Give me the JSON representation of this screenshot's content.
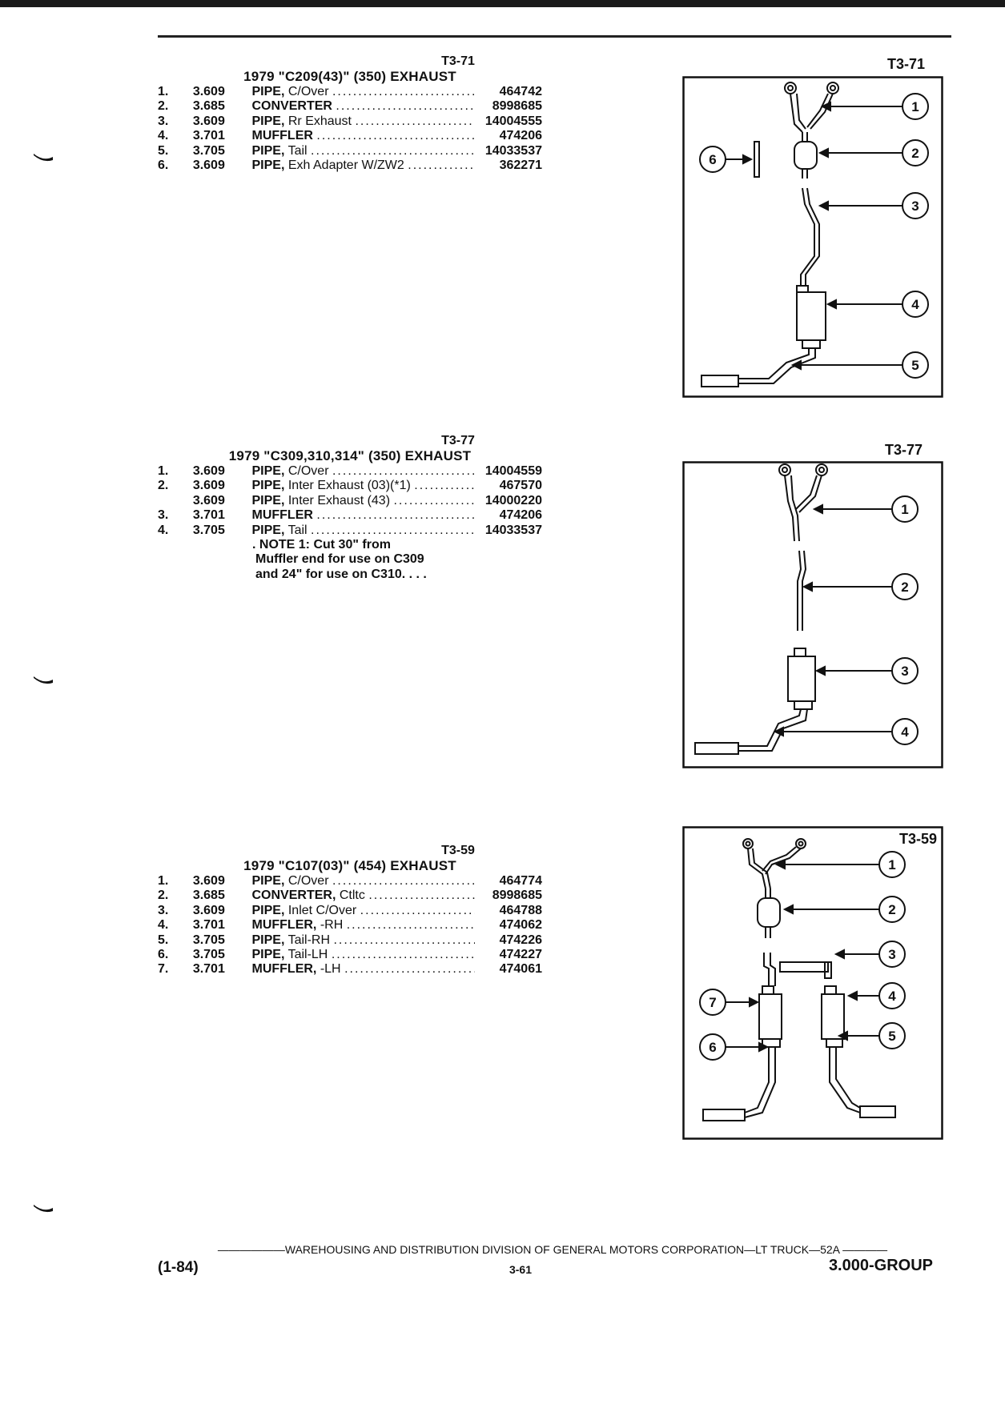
{
  "sections": [
    {
      "code": "T3-71",
      "title": "1979 \"C209(43)\" (350) EXHAUST",
      "items": [
        {
          "num": "1.",
          "group": "3.609",
          "desc": "PIPE,",
          "detail": "C/Over",
          "part": "464742"
        },
        {
          "num": "2.",
          "group": "3.685",
          "desc": "CONVERTER",
          "detail": "",
          "part": "8998685"
        },
        {
          "num": "3.",
          "group": "3.609",
          "desc": "PIPE,",
          "detail": "Rr Exhaust",
          "part": "14004555"
        },
        {
          "num": "4.",
          "group": "3.701",
          "desc": "MUFFLER",
          "detail": "",
          "part": "474206"
        },
        {
          "num": "5.",
          "group": "3.705",
          "desc": "PIPE,",
          "detail": "Tail",
          "part": "14033537"
        },
        {
          "num": "6.",
          "group": "3.609",
          "desc": "PIPE,",
          "detail": "Exh Adapter W/ZW2",
          "part": "362271"
        }
      ],
      "notes": []
    },
    {
      "code": "T3-77",
      "title": "1979 \"C309,310,314\" (350) EXHAUST",
      "items": [
        {
          "num": "1.",
          "group": "3.609",
          "desc": "PIPE,",
          "detail": "C/Over",
          "part": "14004559"
        },
        {
          "num": "2.",
          "group": "3.609",
          "desc": "PIPE,",
          "detail": "Inter Exhaust (03)(*1)",
          "part": "467570"
        },
        {
          "num": "",
          "group": "3.609",
          "desc": "PIPE,",
          "detail": "Inter Exhaust (43)",
          "part": "14000220"
        },
        {
          "num": "3.",
          "group": "3.701",
          "desc": "MUFFLER",
          "detail": "",
          "part": "474206"
        },
        {
          "num": "4.",
          "group": "3.705",
          "desc": "PIPE,",
          "detail": "Tail",
          "part": "14033537"
        }
      ],
      "notes": [
        ". NOTE 1: Cut 30\" from",
        "Muffler end for use on C309",
        "and 24\" for use on C310. . . ."
      ]
    },
    {
      "code": "T3-59",
      "title": "1979 \"C107(03)\" (454) EXHAUST",
      "items": [
        {
          "num": "1.",
          "group": "3.609",
          "desc": "PIPE,",
          "detail": "C/Over",
          "part": "464774"
        },
        {
          "num": "2.",
          "group": "3.685",
          "desc": "CONVERTER,",
          "detail": "Ctltc",
          "part": "8998685"
        },
        {
          "num": "3.",
          "group": "3.609",
          "desc": "PIPE,",
          "detail": "Inlet C/Over",
          "part": "464788"
        },
        {
          "num": "4.",
          "group": "3.701",
          "desc": "MUFFLER,",
          "detail": "-RH",
          "part": "474062"
        },
        {
          "num": "5.",
          "group": "3.705",
          "desc": "PIPE,",
          "detail": "Tail-RH",
          "part": "474226"
        },
        {
          "num": "6.",
          "group": "3.705",
          "desc": "PIPE,",
          "detail": "Tail-LH",
          "part": "474227"
        },
        {
          "num": "7.",
          "group": "3.701",
          "desc": "MUFFLER,",
          "detail": "-LH",
          "part": "474061"
        }
      ],
      "notes": []
    }
  ],
  "diagrams": {
    "d1": {
      "label": "T3-71",
      "callouts": [
        "1",
        "2",
        "3",
        "4",
        "5",
        "6"
      ]
    },
    "d2": {
      "label": "T3-77",
      "callouts": [
        "1",
        "2",
        "3",
        "4"
      ]
    },
    "d3": {
      "label": "T3-59",
      "callouts": [
        "1",
        "2",
        "3",
        "4",
        "5",
        "6",
        "7"
      ]
    }
  },
  "footer": {
    "line": "WAREHOUSING AND DISTRIBUTION DIVISION OF GENERAL MOTORS CORPORATION—LT TRUCK—52A",
    "date": "(1-84)",
    "page": "3-61",
    "group": "3.000-GROUP"
  }
}
